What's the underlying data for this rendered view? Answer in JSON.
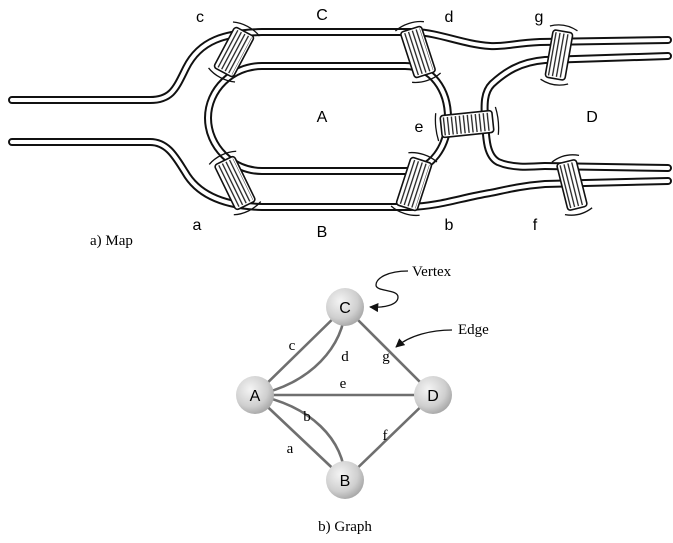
{
  "map": {
    "caption": "a) Map",
    "landmasses": {
      "A": "A",
      "B": "B",
      "C": "C",
      "D": "D"
    },
    "bridges": {
      "a": "a",
      "b": "b",
      "c": "c",
      "d": "d",
      "e": "e",
      "f": "f",
      "g": "g"
    }
  },
  "graph": {
    "caption": "b) Graph",
    "vertices": {
      "A": "A",
      "B": "B",
      "C": "C",
      "D": "D"
    },
    "edges": {
      "a": "a",
      "b": "b",
      "c": "c",
      "d": "d",
      "e": "e",
      "f": "f",
      "g": "g"
    },
    "annotations": {
      "vertex": "Vertex",
      "edge": "Edge"
    }
  },
  "colors": {
    "line": "#111111",
    "edge": "#6f6f6f",
    "node_light": "#f2f2f2",
    "node_dark": "#a9a9a9"
  }
}
